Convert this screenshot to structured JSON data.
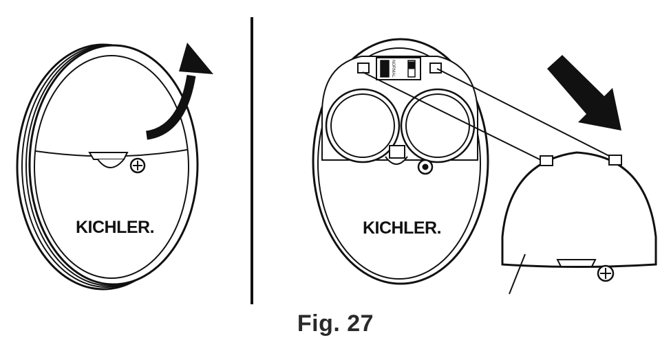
{
  "figure": {
    "caption": "Fig. 27",
    "left_panel": {
      "brand_label": "KICHLER."
    },
    "right_panel": {
      "brand_label": "KICHLER.",
      "switch_label": "NORMAL"
    }
  },
  "colors": {
    "ink": "#111111",
    "background": "#ffffff",
    "caption": "#2a2a2a"
  }
}
